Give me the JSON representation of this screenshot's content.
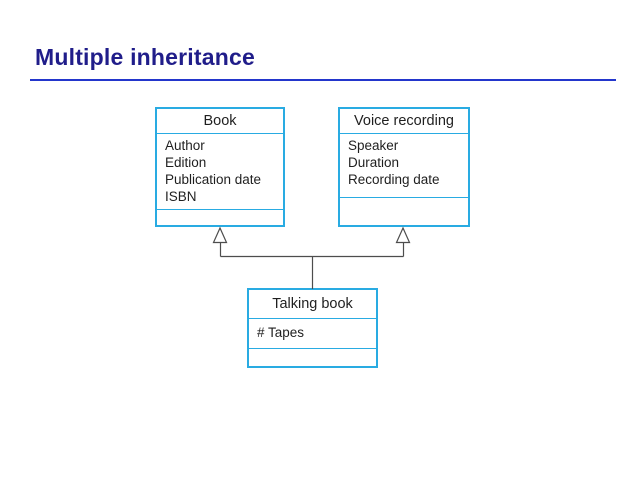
{
  "slide": {
    "title": "Multiple inheritance"
  },
  "colors": {
    "background": "#ffffff",
    "title_text": "#201d8a",
    "rule": "#2336cc",
    "box_border": "#29abe2",
    "box_fill": "#ffffff",
    "body_text": "#1f1f1f",
    "connector": "#4d4d4d"
  },
  "diagram": {
    "type": "uml-class-diagram",
    "classes": [
      {
        "name": "Book",
        "attributes": [
          "Author",
          "Edition",
          "Publication date",
          "ISBN"
        ],
        "operations": []
      },
      {
        "name": "Voice recording",
        "attributes": [
          "Speaker",
          "Duration",
          "Recording date"
        ],
        "operations": []
      },
      {
        "name": "Talking book",
        "attributes": [
          "# Tapes"
        ],
        "operations": []
      }
    ],
    "relations": [
      {
        "type": "generalization",
        "from": "Talking book",
        "to": "Book"
      },
      {
        "type": "generalization",
        "from": "Talking book",
        "to": "Voice recording"
      }
    ]
  }
}
